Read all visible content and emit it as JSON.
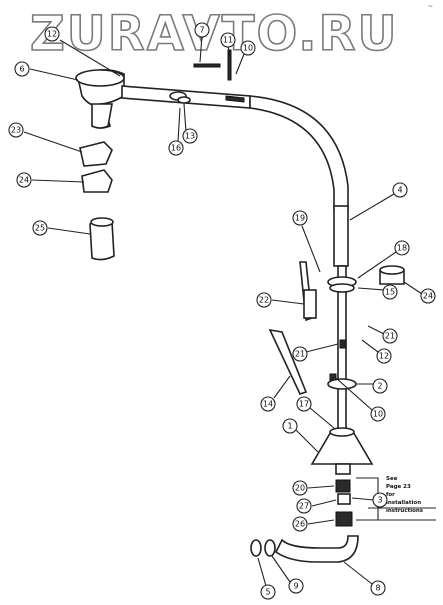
{
  "watermark": "ZURAVTO.RU",
  "corner_mark": "~",
  "note": {
    "lines": [
      "See",
      "Page 23",
      "for",
      "installation",
      "instructions"
    ]
  },
  "callouts": [
    {
      "id": "c7",
      "label": "7"
    },
    {
      "id": "c11",
      "label": "11"
    },
    {
      "id": "c10",
      "label": "10"
    },
    {
      "id": "c6",
      "label": "6"
    },
    {
      "id": "c12",
      "label": "12"
    },
    {
      "id": "c13",
      "label": "13"
    },
    {
      "id": "c16",
      "label": "16"
    },
    {
      "id": "c23",
      "label": "23"
    },
    {
      "id": "c24a",
      "label": "24"
    },
    {
      "id": "c25",
      "label": "25"
    },
    {
      "id": "c4",
      "label": "4"
    },
    {
      "id": "c19",
      "label": "19"
    },
    {
      "id": "c18",
      "label": "18"
    },
    {
      "id": "c15",
      "label": "15"
    },
    {
      "id": "c24b",
      "label": "24"
    },
    {
      "id": "c22",
      "label": "22"
    },
    {
      "id": "c21a",
      "label": "21"
    },
    {
      "id": "c21b",
      "label": "21"
    },
    {
      "id": "c12b",
      "label": "12"
    },
    {
      "id": "c2",
      "label": "2"
    },
    {
      "id": "c14",
      "label": "14"
    },
    {
      "id": "c10b",
      "label": "10"
    },
    {
      "id": "c17",
      "label": "17"
    },
    {
      "id": "c1",
      "label": "1"
    },
    {
      "id": "c20a",
      "label": "20"
    },
    {
      "id": "c27",
      "label": "27"
    },
    {
      "id": "c3",
      "label": "3"
    },
    {
      "id": "c26",
      "label": "26"
    },
    {
      "id": "c8",
      "label": "8"
    },
    {
      "id": "c9",
      "label": "9"
    },
    {
      "id": "c5",
      "label": "5"
    }
  ]
}
